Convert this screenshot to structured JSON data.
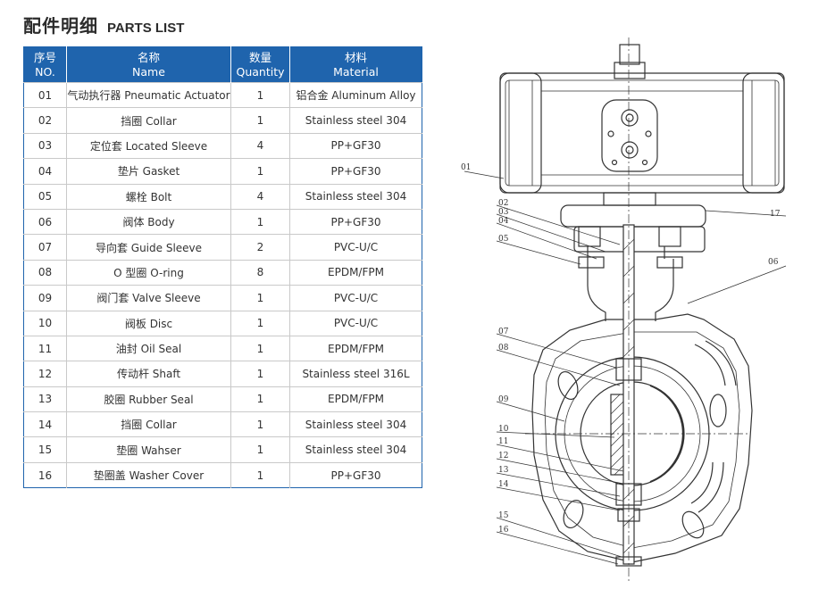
{
  "heading": {
    "cn": "配件明细",
    "en": "PARTS LIST"
  },
  "table": {
    "columns": [
      {
        "cn": "序号",
        "en": "NO."
      },
      {
        "cn": "名称",
        "en": "Name"
      },
      {
        "cn": "数量",
        "en": "Quantity"
      },
      {
        "cn": "材料",
        "en": "Material"
      }
    ],
    "rows": [
      [
        "01",
        "气动执行器 Pneumatic Actuator",
        "1",
        "铝合金 Aluminum Alloy"
      ],
      [
        "02",
        "挡圈 Collar",
        "1",
        "Stainless steel 304"
      ],
      [
        "03",
        "定位套 Located Sleeve",
        "4",
        "PP+GF30"
      ],
      [
        "04",
        "垫片 Gasket",
        "1",
        "PP+GF30"
      ],
      [
        "05",
        "螺栓 Bolt",
        "4",
        "Stainless steel 304"
      ],
      [
        "06",
        "阀体 Body",
        "1",
        "PP+GF30"
      ],
      [
        "07",
        "导向套 Guide Sleeve",
        "2",
        "PVC-U/C"
      ],
      [
        "08",
        "O 型圈 O-ring",
        "8",
        "EPDM/FPM"
      ],
      [
        "09",
        "阀门套 Valve Sleeve",
        "1",
        "PVC-U/C"
      ],
      [
        "10",
        "阀板 Disc",
        "1",
        "PVC-U/C"
      ],
      [
        "11",
        "油封 Oil Seal",
        "1",
        "EPDM/FPM"
      ],
      [
        "12",
        "传动杆 Shaft",
        "1",
        "Stainless steel 316L"
      ],
      [
        "13",
        "胶圈 Rubber Seal",
        "1",
        "EPDM/FPM"
      ],
      [
        "14",
        "挡圈 Collar",
        "1",
        "Stainless steel 304"
      ],
      [
        "15",
        "垫圈 Wahser",
        "1",
        "Stainless steel 304"
      ],
      [
        "16",
        "垫圈盖 Washer Cover",
        "1",
        "PP+GF30"
      ]
    ]
  },
  "drawing": {
    "callouts": [
      "01",
      "02",
      "03",
      "04",
      "05",
      "06",
      "07",
      "08",
      "09",
      "10",
      "11",
      "12",
      "13",
      "14",
      "15",
      "16",
      "17"
    ]
  },
  "colors": {
    "header_blue": "#1f64ad",
    "grid": "#c9c9c9",
    "line": "#333333"
  }
}
